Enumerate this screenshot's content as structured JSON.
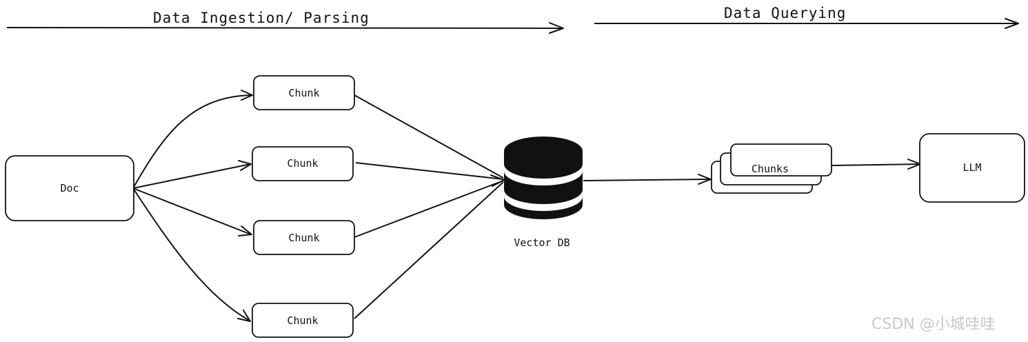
{
  "phases": {
    "ingestion": "Data Ingestion/ Parsing",
    "querying": "Data Querying"
  },
  "nodes": {
    "doc": "Doc",
    "chunks": [
      "Chunk",
      "Chunk",
      "Chunk",
      "Chunk"
    ],
    "vector_db": "Vector DB",
    "retrieved_chunks": "Chunks",
    "llm": "LLM"
  },
  "watermark": "CSDN @小城哇哇",
  "colors": {
    "ink": "#111111",
    "watermark": "#c8c8c8",
    "background": "#ffffff"
  }
}
